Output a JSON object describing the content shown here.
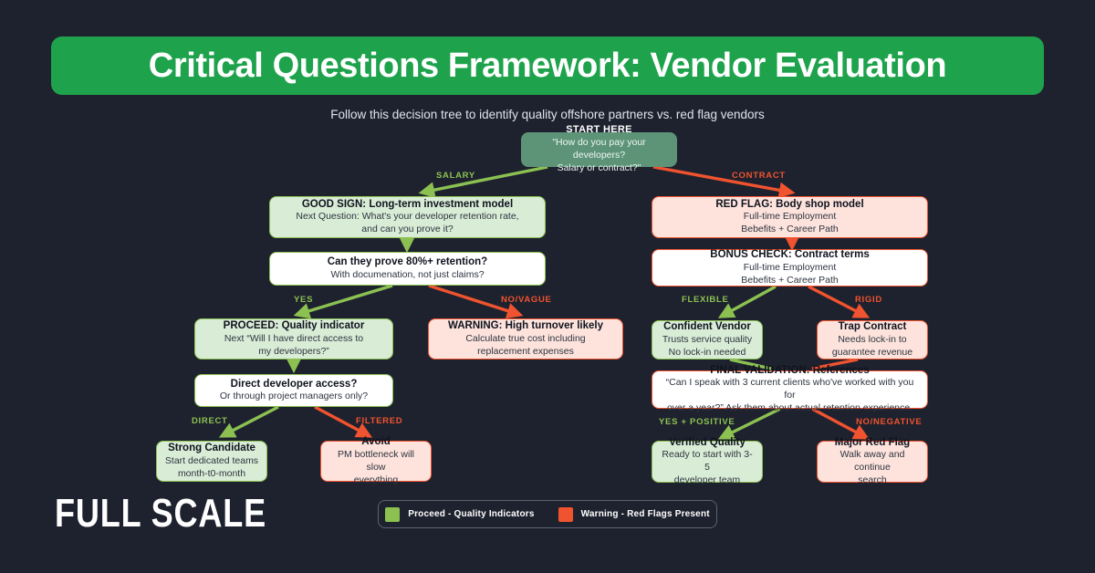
{
  "header": {
    "title": "Critical Questions Framework: Vendor Evaluation",
    "subtitle": "Follow this decision tree to identify quality offshore partners vs. red flag vendors",
    "banner_color": "#1ea34c"
  },
  "theme": {
    "background": "#1e222e",
    "green_accent": "#8cc152",
    "red_accent": "#f0532f",
    "green_fill": "#d9ecd6",
    "red_fill": "#fde3dc",
    "start_fill": "#5d9478"
  },
  "nodes": {
    "start": {
      "title": "START HERE",
      "line1": "\"How do you pay your developers?",
      "line2": "Salary or contract?\""
    },
    "good_sign": {
      "title": "GOOD SIGN: Long-term investment model",
      "line1": "Next Question: What's your developer retention rate,",
      "line2": "and can you prove it?"
    },
    "red_flag": {
      "title": "RED FLAG: Body shop model",
      "line1": "Full-time Employment",
      "line2": "Bebefits + Career Path"
    },
    "retention_q": {
      "title": "Can they prove 80%+ retention?",
      "line1": "With documenation, not just claims?",
      "line2": ""
    },
    "bonus_check": {
      "title": "BONUS CHECK: Contract terms",
      "line1": "Full-time Employment",
      "line2": "Bebefits + Career Path"
    },
    "proceed": {
      "title": "PROCEED: Quality indicator",
      "line1": "Next “Will I have direct access to",
      "line2": "my developers?”"
    },
    "warning": {
      "title": "WARNING: High turnover likely",
      "line1": "Calculate true cost including",
      "line2": "replacement expenses"
    },
    "confident": {
      "title": "Confident Vendor",
      "line1": "Trusts service quality",
      "line2": "No lock-in needed"
    },
    "trap": {
      "title": "Trap Contract",
      "line1": "Needs lock-in to",
      "line2": "guarantee revenue"
    },
    "access_q": {
      "title": "Direct developer access?",
      "line1": "Or through project managers only?",
      "line2": ""
    },
    "final_valid": {
      "title": "FINAL VALIDATION: References",
      "line1": "“Can I speak with 3 current clients who've worked with you for",
      "line2": "over a year?” Ask them about actual retention experience."
    },
    "strong": {
      "title": "Strong Candidate",
      "line1": "Start dedicated teams",
      "line2": "month-t0-month"
    },
    "avoid": {
      "title": "Avoid",
      "line1": "PM bottleneck will slow",
      "line2": "everything"
    },
    "verified": {
      "title": "Verified Quality",
      "line1": "Ready to start with 3-5",
      "line2": "developer team"
    },
    "major_red": {
      "title": "Major Red Flag",
      "line1": "Walk away and continue",
      "line2": "search"
    }
  },
  "edge_labels": {
    "salary": "SALARY",
    "contract": "CONTRACT",
    "yes": "YES",
    "no_vague": "NO/VAGUE",
    "flexible": "FLEXIBLE",
    "rigid": "RIGID",
    "direct": "DIRECT",
    "filtered": "FILTERED",
    "yes_positive": "YES + POSITIVE",
    "no_negative": "NO/NEGATIVE"
  },
  "legend": {
    "items": [
      {
        "label": "Proceed - Quality Indicators",
        "color": "#8cc152"
      },
      {
        "label": "Warning - Red Flags Present",
        "color": "#f0532f"
      }
    ]
  },
  "logo": {
    "text": "FULL SCALE"
  }
}
